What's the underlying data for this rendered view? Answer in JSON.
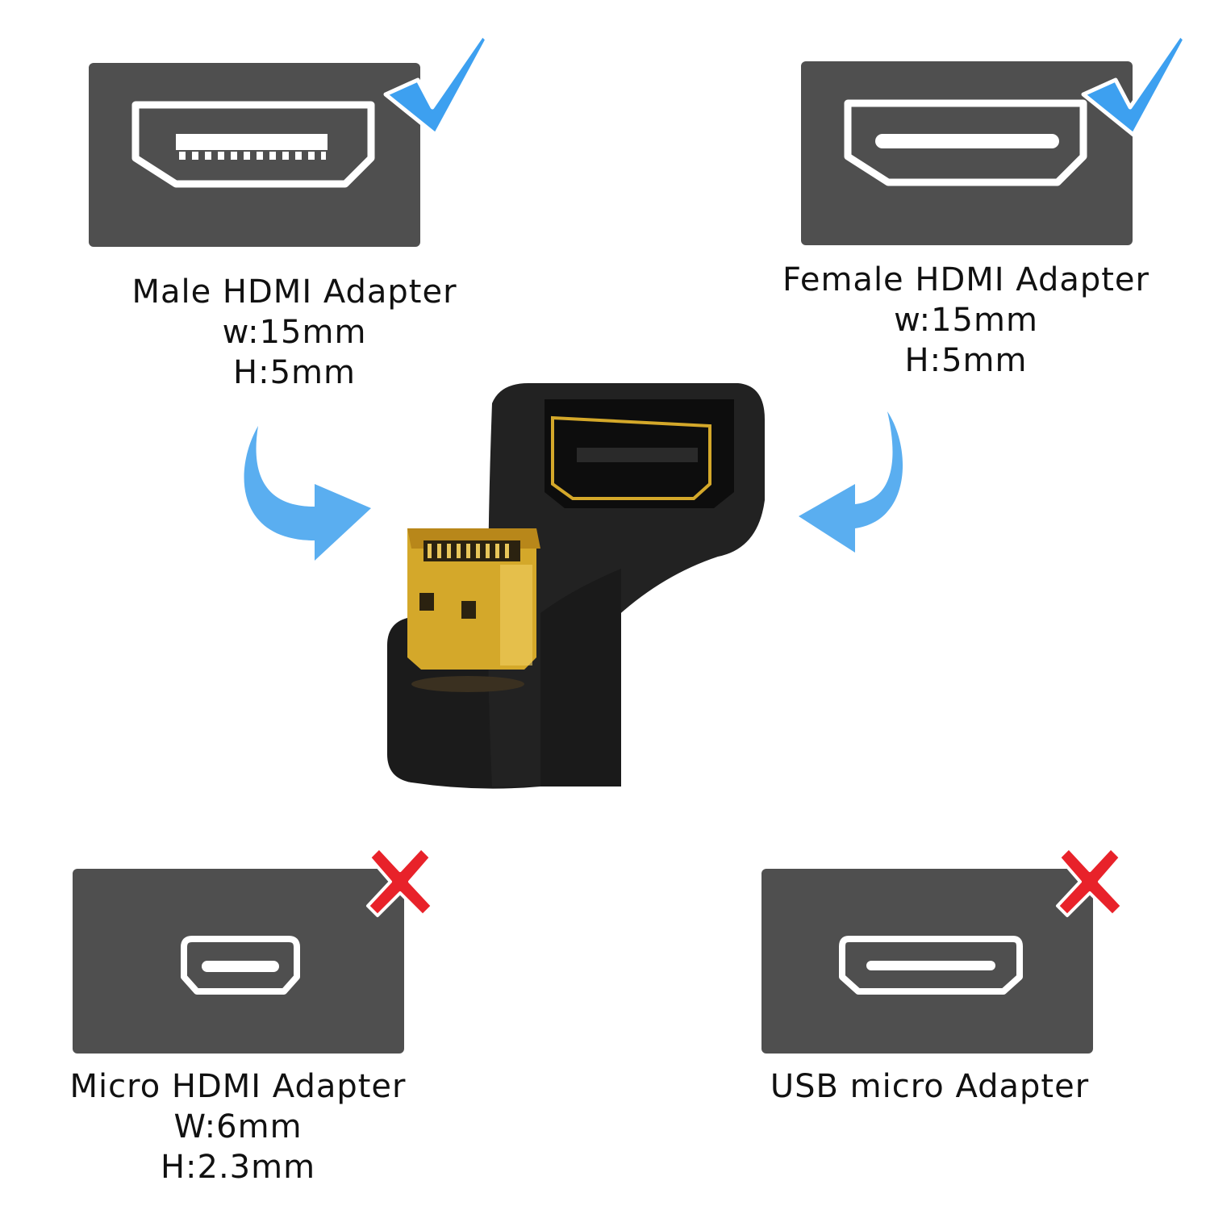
{
  "adapters": [
    {
      "title": "Male HDMI Adapter",
      "width": "w:15mm",
      "height": "H:5mm",
      "compatible": true,
      "port_icon": "hdmi-male-port-icon"
    },
    {
      "title": "Female HDMI Adapter",
      "width": "w:15mm",
      "height": "H:5mm",
      "compatible": true,
      "port_icon": "hdmi-female-port-icon"
    },
    {
      "title": "Micro HDMI Adapter",
      "width": "W:6mm",
      "height": "H:2.3mm",
      "compatible": false,
      "port_icon": "micro-hdmi-port-icon"
    },
    {
      "title": "USB micro Adapter",
      "compatible": false,
      "port_icon": "usb-micro-port-icon"
    }
  ],
  "colors": {
    "card": "#4f4f4f",
    "check": "#3da0f0",
    "cross": "#e8222a",
    "arrow": "#5aaef0",
    "gold": "#d4a82a",
    "body": "#1b1b1b"
  }
}
